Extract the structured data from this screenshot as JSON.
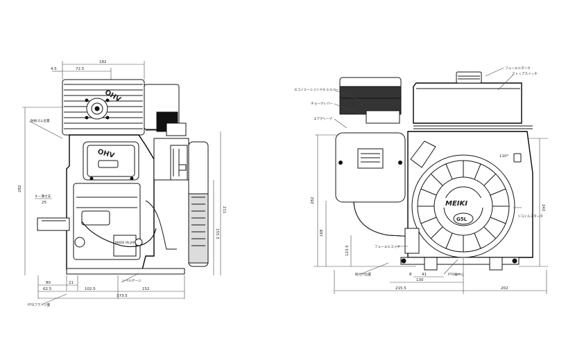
{
  "drawing": {
    "left_view": {
      "dims": {
        "overall_width": "182",
        "top_left": "4.5",
        "top_mid": "72.5",
        "height_left": "282",
        "height_right": "211",
        "height_inner": "155.5",
        "bottom_1": "80",
        "bottom_2": "21",
        "bottom_3": "62.5",
        "bottom_4": "102.5",
        "bottom_5": "152",
        "bottom_total": "373.5",
        "shaft_dia": "25"
      },
      "labels": {
        "oil_filler": "防振ゴム位置",
        "shaft_key": "キー溝寸法",
        "gauge": "レベルゲージ",
        "pto_flange": "PTOフランジ面",
        "ohv_mark": "OHV",
        "made_in": "MADE IN JAPAN"
      }
    },
    "right_view": {
      "dims": {
        "height_left": "282",
        "height_mid": "168",
        "height_small": "123.5",
        "height_right": "242",
        "width_dim": "130",
        "width_side": "41",
        "width_8": "8",
        "bottom_left": "215.5",
        "bottom_right": "202",
        "angle": "110°"
      },
      "labels": {
        "fuel_tank_cap": "フューエルタンク",
        "fuel_cock": "ストップスイッチ",
        "ignition_coil": "エコノミーレジンド(I-ミルバー",
        "choke_lever": "チョークレバー",
        "air_cleaner": "エアクリーナ",
        "fuel_strainer": "フューエルコック",
        "starter": "リコイルスタータ",
        "mount_holes": "取付穴位置",
        "pto_shaft": "PTO軸中心",
        "brand": "MEIKI",
        "model": "G5L"
      }
    }
  }
}
